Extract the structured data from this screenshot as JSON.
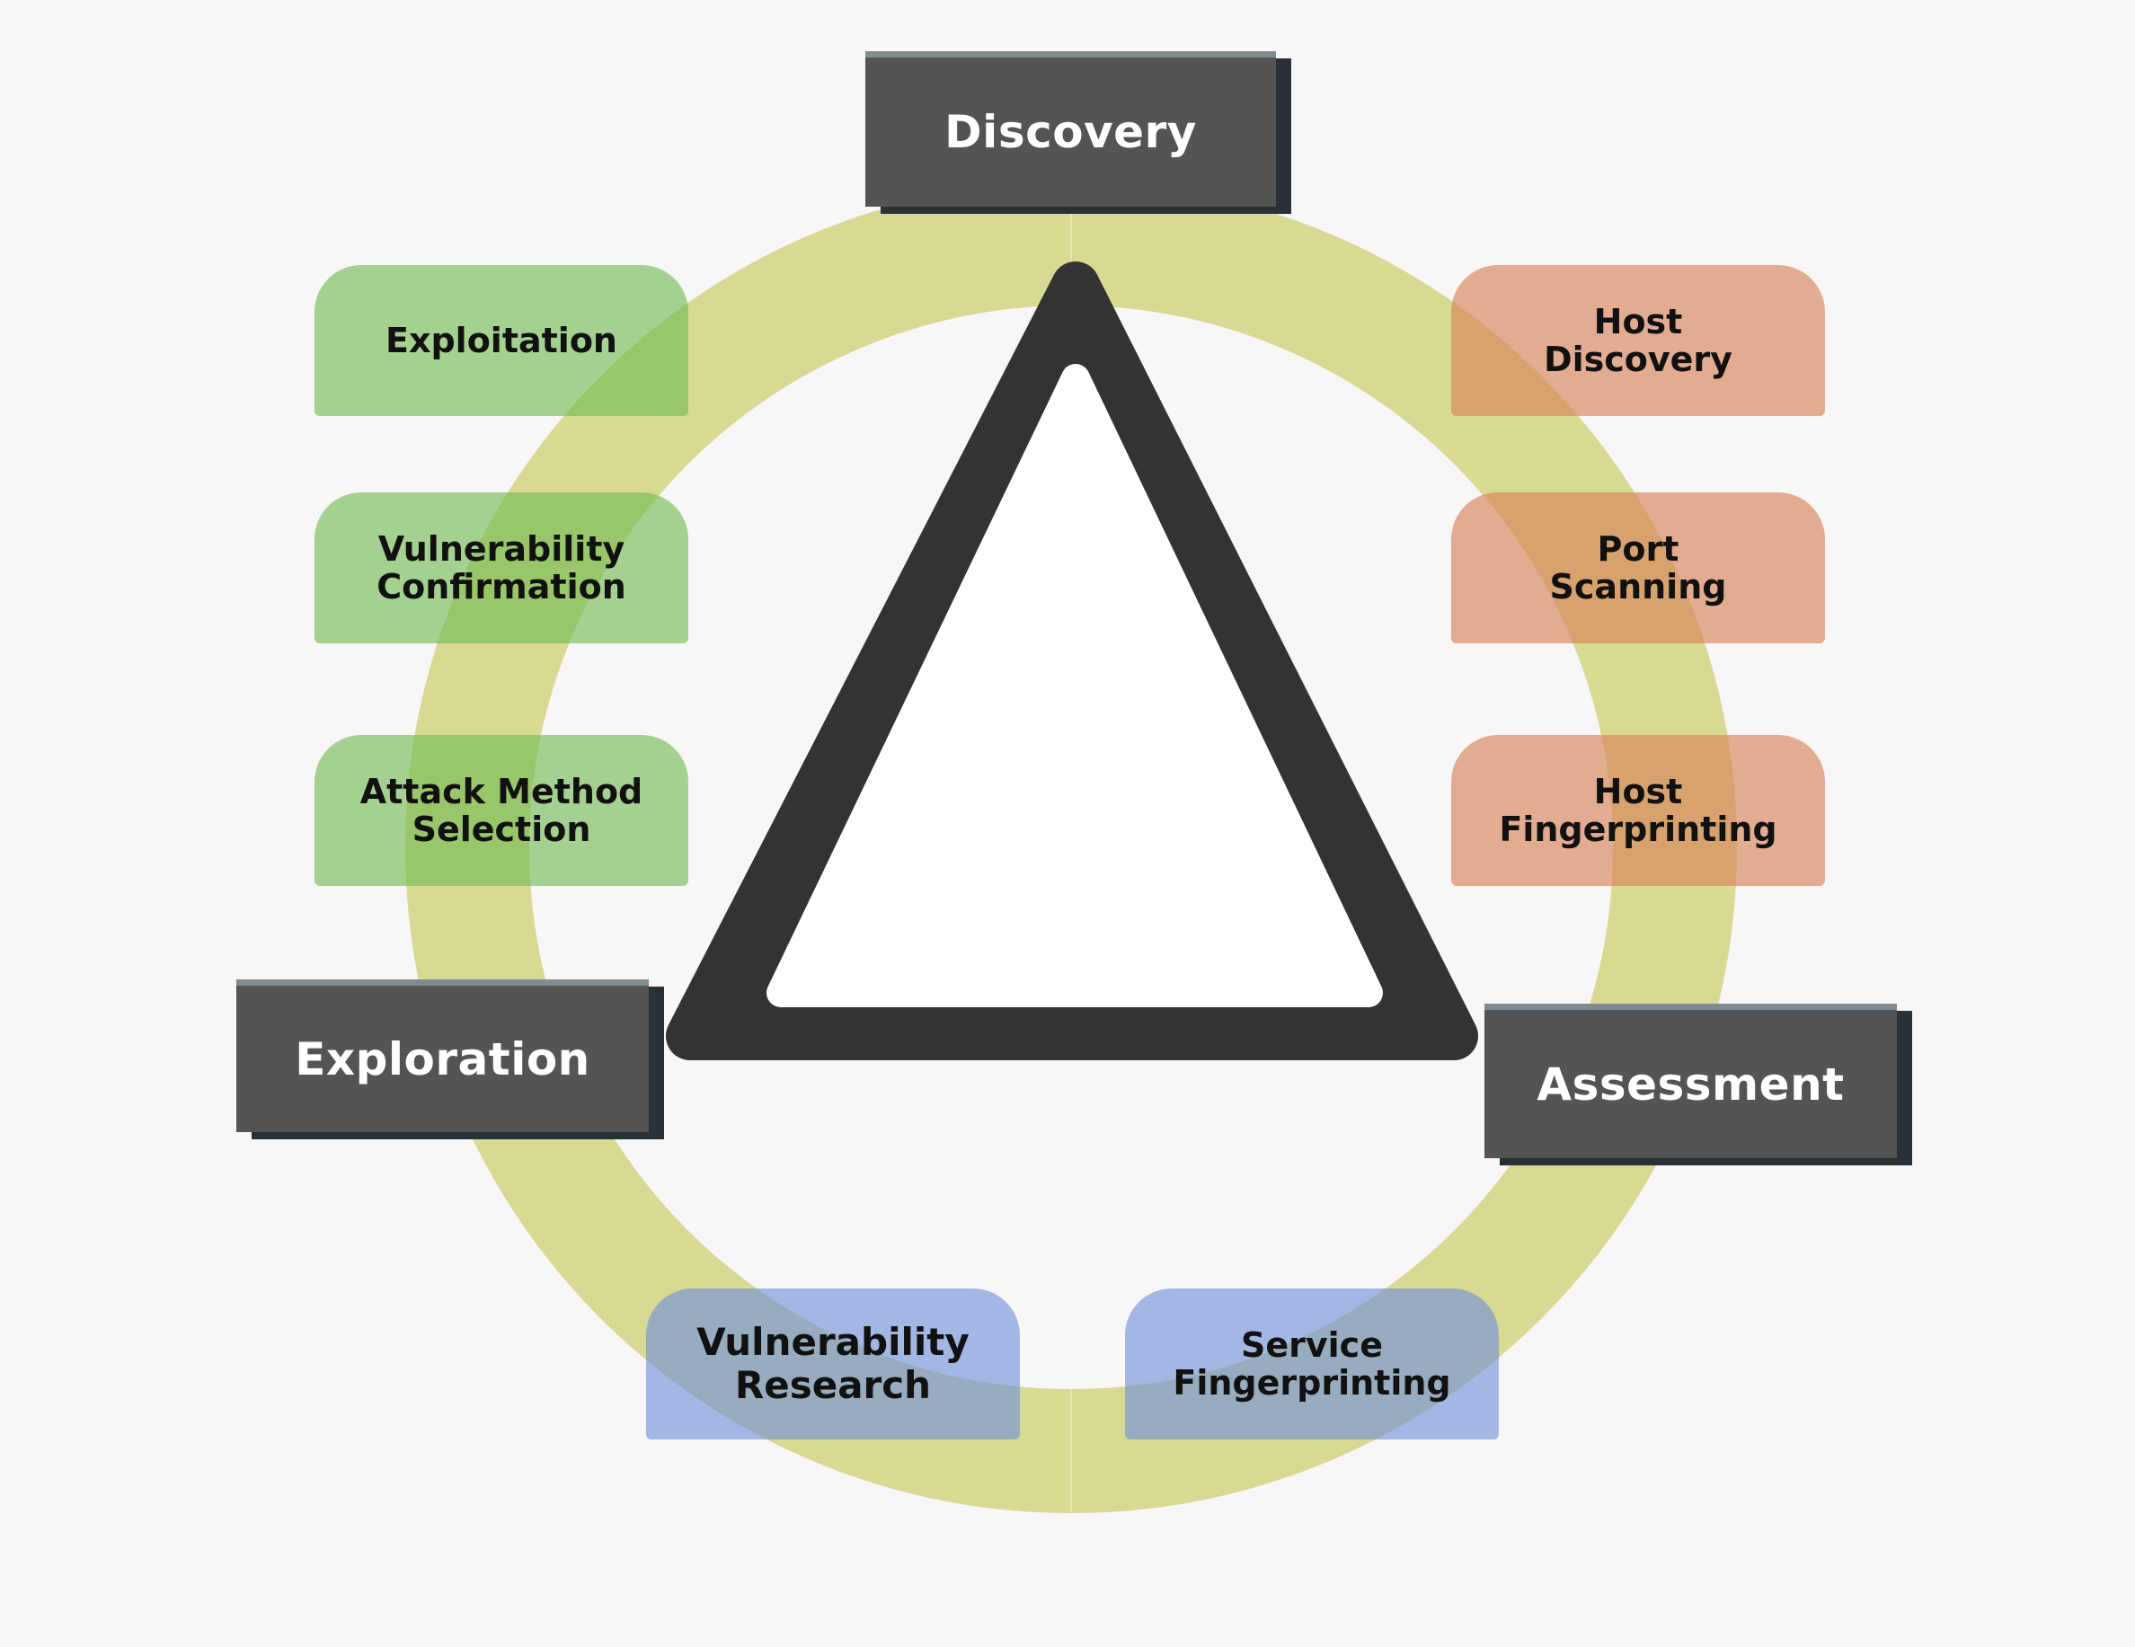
{
  "colors": {
    "background": "#f8f6f7",
    "ring": "#d8da94",
    "triangle": "#333333",
    "stage_box": "#525553",
    "stage_shadow": "#283135",
    "exploitation_steps": "#73ba50",
    "discovery_steps": "#d68258",
    "assessment_steps": "#7090d8"
  },
  "stages": {
    "discovery": "Discovery",
    "assessment": "Assessment",
    "exploration": "Exploration"
  },
  "steps": {
    "exploitation": "Exploitation",
    "vulnerability_confirmation": "Vulnerability\nConfirmation",
    "attack_method_selection": "Attack Method\nSelection",
    "host_discovery": "Host\nDiscovery",
    "port_scanning": "Port\nScanning",
    "host_fingerprinting": "Host\nFingerprinting",
    "vulnerability_research": "Vulnerability\nResearch",
    "service_fingerprinting": "Service\nFingerprinting"
  }
}
